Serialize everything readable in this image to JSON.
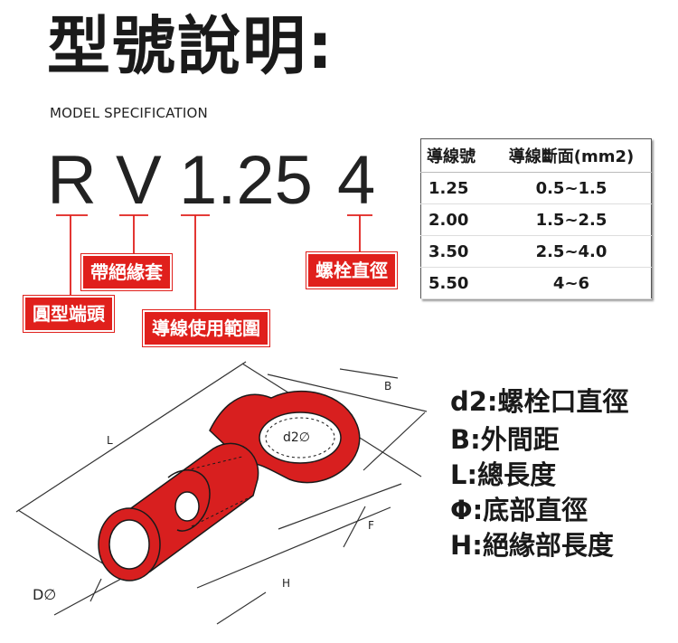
{
  "title": "型號說明:",
  "subtitle": "MODEL SPECIFICATION",
  "model_code": {
    "part1": "R",
    "part2": "V",
    "part3": "1.25",
    "part4": "4"
  },
  "code_labels": {
    "sleeve": "帶絕緣套",
    "bolt": "螺栓直徑",
    "ring_terminal": "圓型端頭",
    "wire_range": "導線使用範圍"
  },
  "table": {
    "headers": [
      "導線號",
      "導線斷面(mm2)"
    ],
    "rows": [
      [
        "1.25",
        "0.5~1.5"
      ],
      [
        "2.00",
        "1.5~2.5"
      ],
      [
        "3.50",
        "2.5~4.0"
      ],
      [
        "5.50",
        "4~6"
      ]
    ]
  },
  "diagram_labels": {
    "b": "B",
    "l": "L",
    "d2": "d2∅",
    "f": "F",
    "h": "H",
    "d": "D∅"
  },
  "legend": [
    "d2:螺栓口直徑",
    "B:外間距",
    "L:總長度",
    "Φ:底部直徑",
    "H:絕緣部長度"
  ],
  "colors": {
    "label_red": "#e0201c",
    "terminal_red": "#d81f1f",
    "text_dark": "#1a1a1a"
  }
}
